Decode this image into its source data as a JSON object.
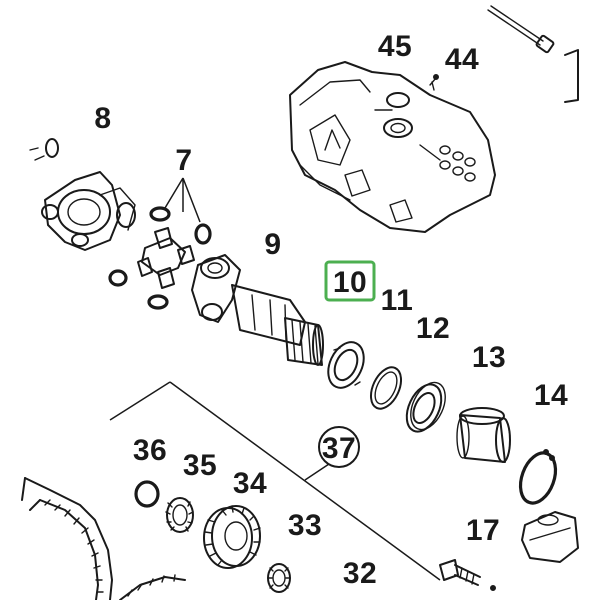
{
  "diagram": {
    "labels": [
      "45",
      "44",
      "8",
      "7",
      "9",
      "10",
      "11",
      "12",
      "13",
      "14",
      "36",
      "35",
      "34",
      "37",
      "33",
      "17",
      "32"
    ],
    "highlighted_label": "10",
    "highlight_color": "#4caf50"
  }
}
